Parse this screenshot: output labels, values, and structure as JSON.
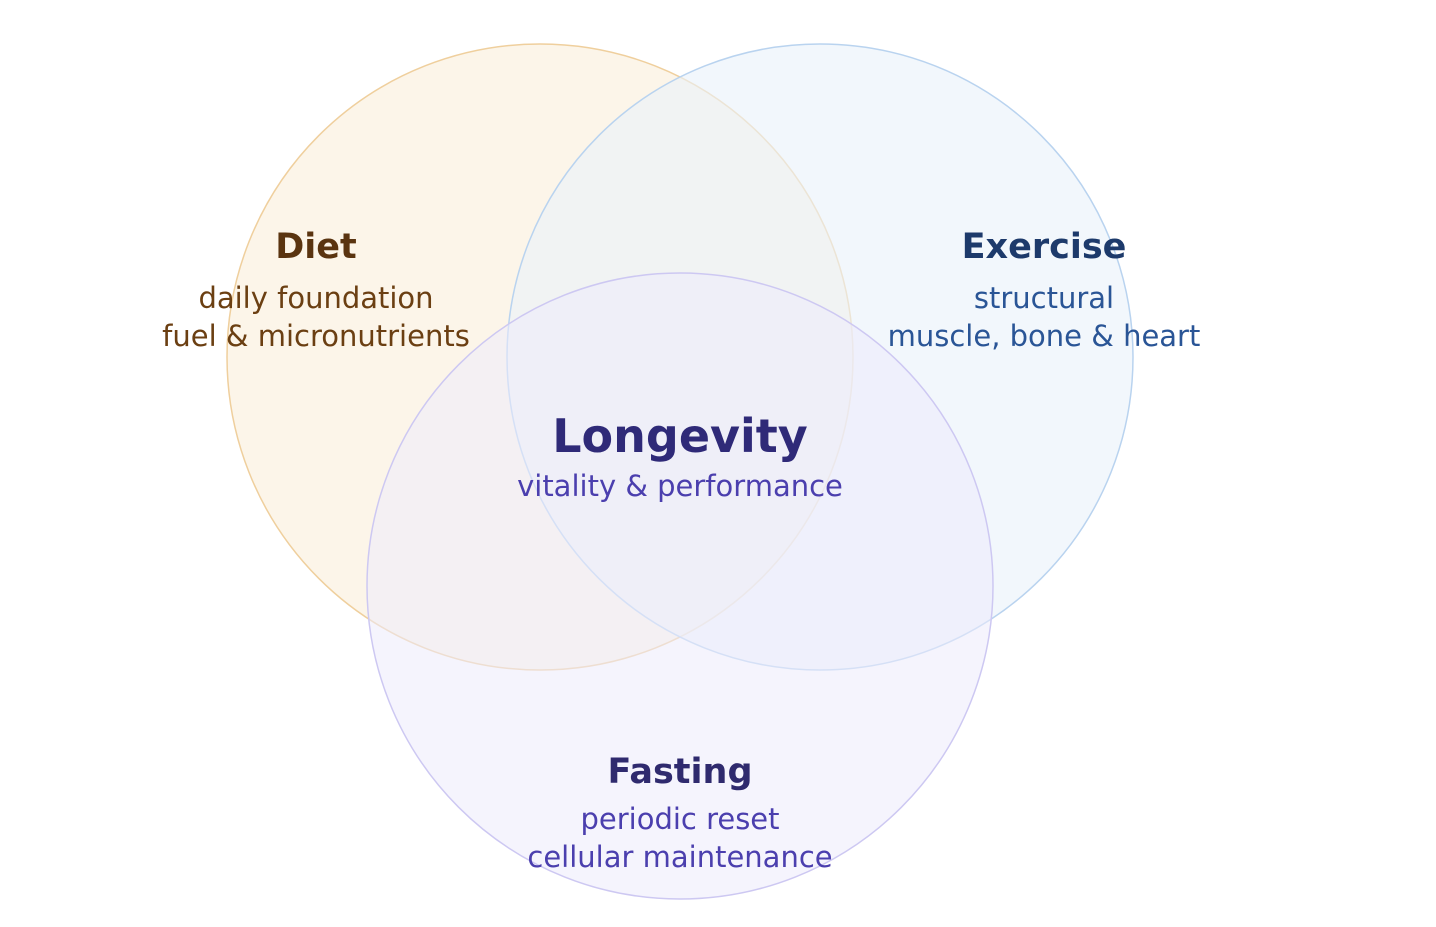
{
  "diagram": {
    "type": "venn",
    "sets": [
      {
        "id": "diet",
        "title": "Diet",
        "lines": [
          "daily foundation",
          "fuel & micronutrients"
        ],
        "fill": "#fbf1e2",
        "stroke": "#efcf9d",
        "title_color": "#5a3410",
        "text_color": "#6b3f12"
      },
      {
        "id": "exercise",
        "title": "Exercise",
        "lines": [
          "structural",
          "muscle, bone & heart"
        ],
        "fill": "#e9f1fa",
        "stroke": "#b9d3ef",
        "title_color": "#1d3a6b",
        "text_color": "#2a5596"
      },
      {
        "id": "fasting",
        "title": "Fasting",
        "lines": [
          "periodic reset",
          "cellular maintenance"
        ],
        "fill": "#ecebfb",
        "stroke": "#cdc8f2",
        "title_color": "#2f2a6e",
        "text_color": "#4b3fae"
      }
    ],
    "center": {
      "title": "Longevity",
      "subtitle": "vitality & performance",
      "title_color": "#2f2a78",
      "text_color": "#4b3fae"
    }
  }
}
